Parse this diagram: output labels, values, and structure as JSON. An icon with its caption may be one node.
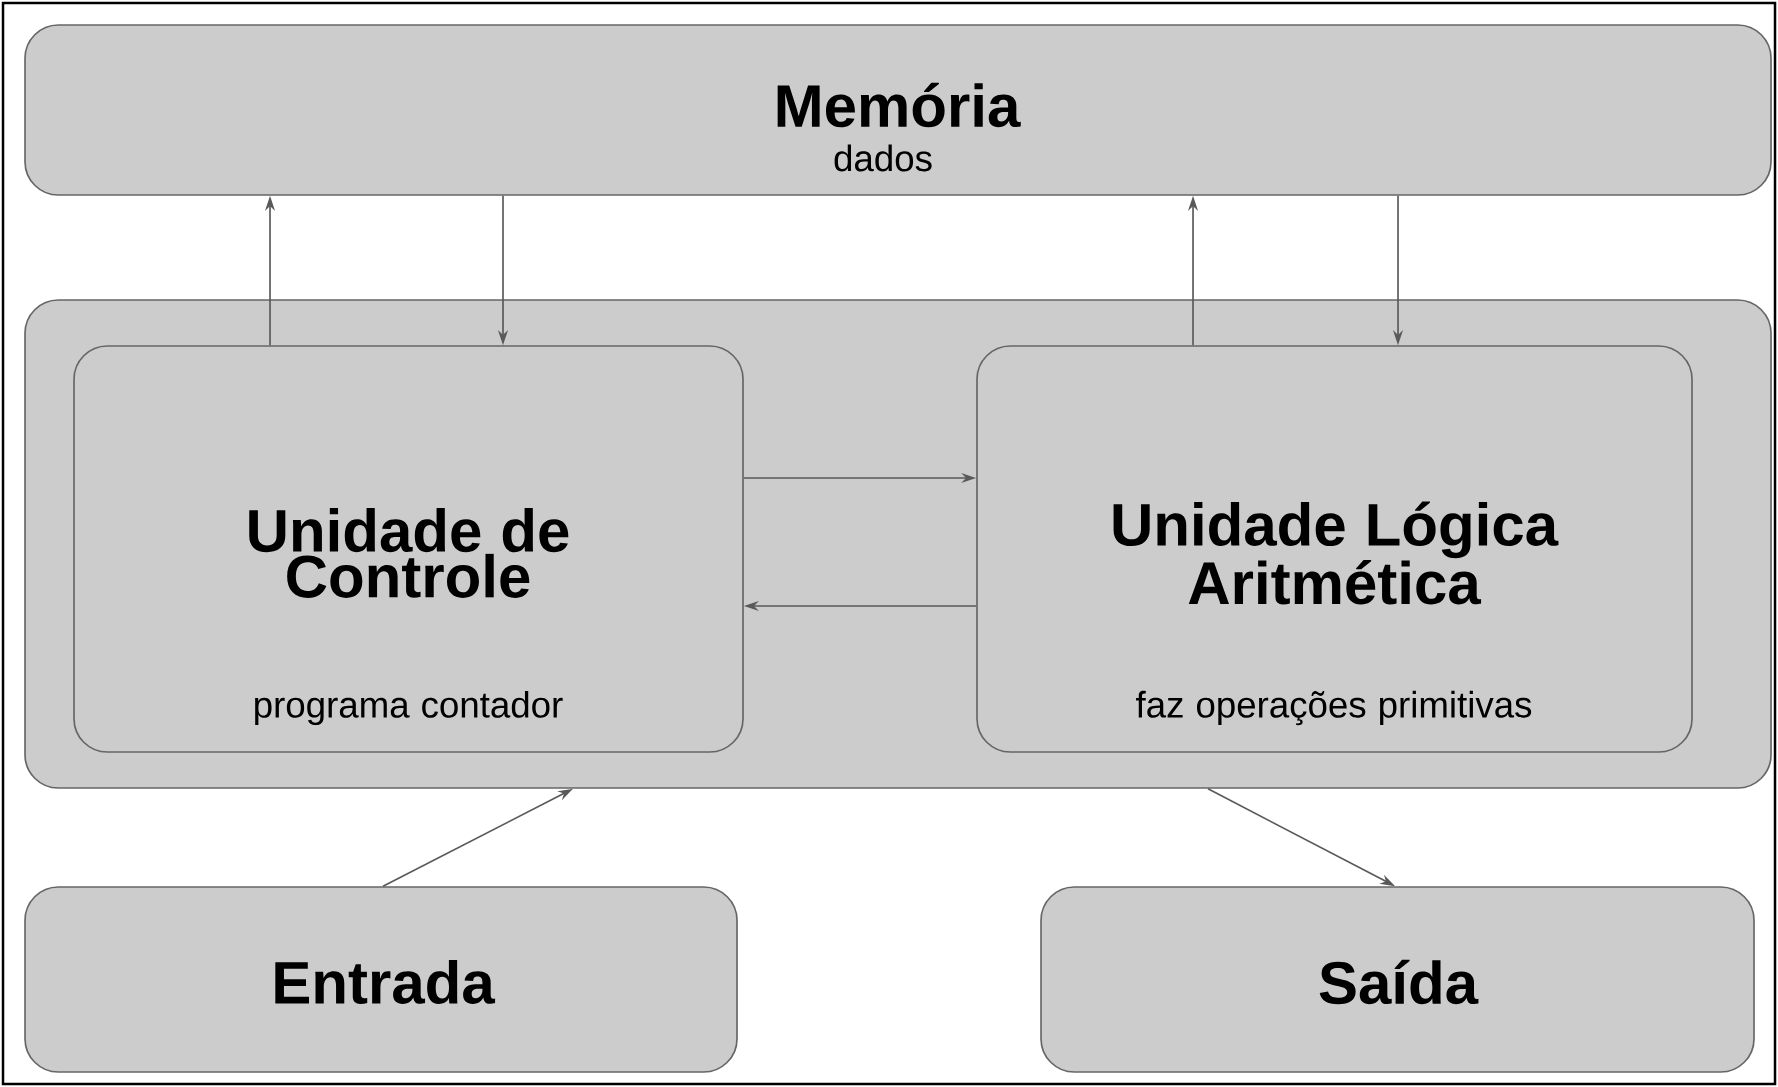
{
  "diagram": {
    "nodes": [
      {
        "text": [
          "Memória",
          "dados"
        ]
      },
      {
        "text": [],
        "shape": "box"
      },
      {
        "text": [
          "Unidade de Controle",
          "programa contador"
        ],
        "in": 1
      },
      {
        "text": [
          "Unidade Lógica Aritmética",
          "faz operações primitivas"
        ],
        "in": 1
      },
      {
        "text": [
          "Entrada"
        ]
      },
      {
        "text": [
          "Saída"
        ]
      }
    ],
    "edges": [
      {
        "from": 2,
        "to": 0,
        "arrow": "to"
      },
      {
        "from": 0,
        "to": 2,
        "arrow": "to"
      },
      {
        "from": 3,
        "to": 0,
        "arrow": "to"
      },
      {
        "from": 0,
        "to": 3,
        "arrow": "to"
      },
      {
        "from": 2,
        "to": 3,
        "arrow": "to"
      },
      {
        "from": 3,
        "to": 2,
        "arrow": "to"
      },
      {
        "from": 4,
        "to": 1,
        "arrow": "to"
      },
      {
        "from": 1,
        "to": 5,
        "arrow": "to"
      }
    ]
  }
}
